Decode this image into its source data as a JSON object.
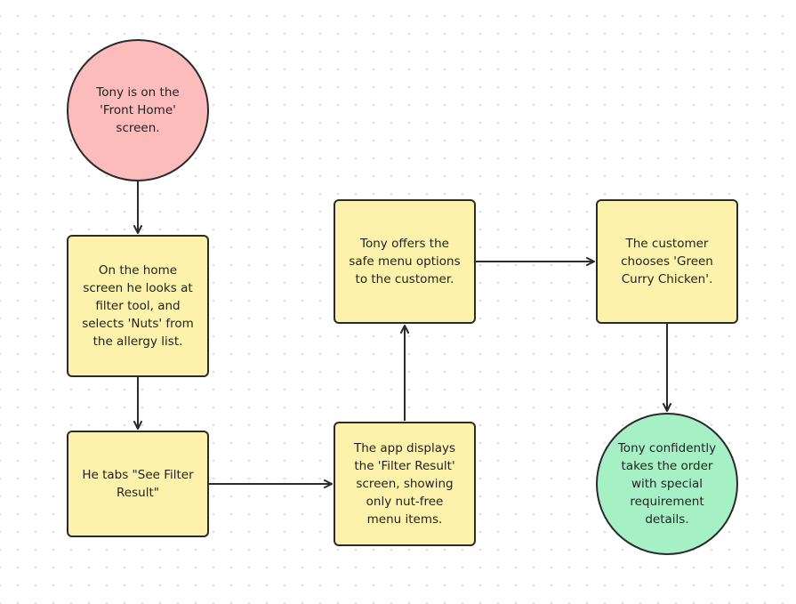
{
  "colors": {
    "start": "#fcbcbc",
    "process": "#fdf2ac",
    "end": "#a6f0c6",
    "stroke": "#2b2b2b"
  },
  "nodes": {
    "n1": "Tony is on the 'Front Home' screen.",
    "n2": "On the home screen he looks at filter tool, and selects 'Nuts' from the allergy list.",
    "n3": "He tabs \"See Filter Result\"",
    "n4": "The app displays the 'Filter Result' screen, showing only nut-free menu items.",
    "n5": "Tony offers the safe menu options to the customer.",
    "n6": "The customer chooses 'Green Curry Chicken'.",
    "n7": "Tony confidently takes the order with special requirement details."
  },
  "edges": [
    {
      "from": "n1",
      "to": "n2"
    },
    {
      "from": "n2",
      "to": "n3"
    },
    {
      "from": "n3",
      "to": "n4"
    },
    {
      "from": "n4",
      "to": "n5"
    },
    {
      "from": "n5",
      "to": "n6"
    },
    {
      "from": "n6",
      "to": "n7"
    }
  ]
}
